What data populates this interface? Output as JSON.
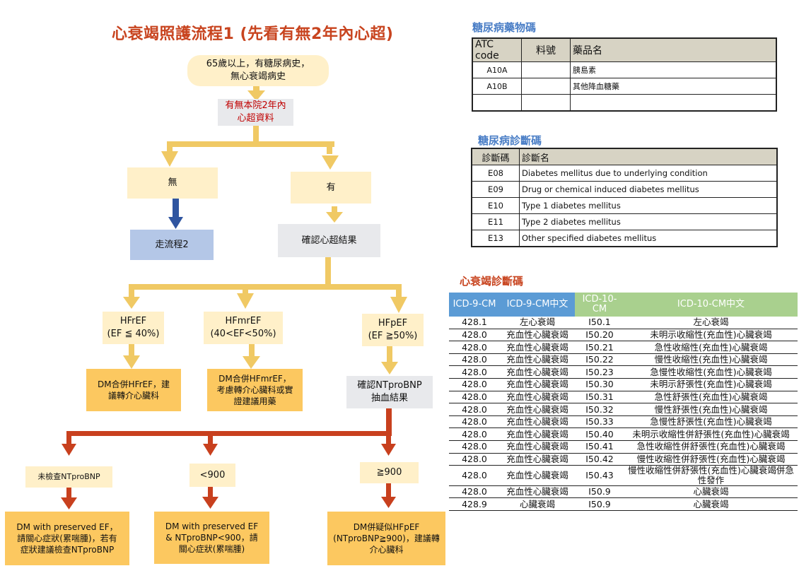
{
  "title": "心衰竭照護流程1 (先看有無2年內心超)",
  "colors": {
    "title_red": "#c8441f",
    "flow_yellow": "#f0c964",
    "flow_red": "#c8401e",
    "flow_blue": "#2f55a0",
    "section_blue": "#4a7ec6",
    "icd9_header": "#5b9bd5",
    "icd10_header": "#a9d08e"
  },
  "flow": {
    "start": "65歲以上，有糖尿病史，\n無心衰竭病史",
    "check_echo": "有無本院2年內\n心超資料",
    "no": "無",
    "yes": "有",
    "go_flow2": "走流程2",
    "confirm_echo": "確認心超結果",
    "hfref": "HFrEF\n(EF ≦ 40%)",
    "hfmref": "HFmrEF\n(40<EF<50%)",
    "hfpef": "HFpEF\n(EF ≧50%)",
    "hfref_action": "DM合併HFrEF，建\n議轉介心臟科",
    "hfmref_action": "DM合併HFmrEF，\n考慮轉介心臟科或實\n證建議用藥",
    "confirm_bnp": "確認NTproBNP\n抽血結果",
    "bnp_unchecked": "未檢查NTproBNP",
    "bnp_low": "<900",
    "bnp_high": "≧900",
    "unchecked_action": "DM with preserved EF，\n請關心症狀(累喘腫)，若有\n症狀建議檢查NTproBNP",
    "low_action": "DM with preserved EF\n& NTproBNP<900，請\n關心症狀(累喘腫)",
    "high_action": "DM併疑似HFpEF\n(NTproBNP≧900)，建議轉\n介心臟科"
  },
  "dm_drug_codes": {
    "title": "糖尿病藥物碼",
    "headers": [
      "ATC code",
      "料號",
      "藥品名"
    ],
    "rows": [
      [
        "A10A",
        "",
        "胰島素"
      ],
      [
        "A10B",
        "",
        "其他降血糖藥"
      ],
      [
        "",
        "",
        ""
      ]
    ]
  },
  "dm_diagnosis_codes": {
    "title": "糖尿病診斷碼",
    "headers": [
      "診斷碼",
      "診斷名"
    ],
    "rows": [
      [
        "E08",
        "Diabetes mellitus due to underlying condition"
      ],
      [
        "E09",
        "Drug or chemical induced diabetes mellitus"
      ],
      [
        "E10",
        "Type 1 diabetes mellitus"
      ],
      [
        "E11",
        "Type 2 diabetes mellitus"
      ],
      [
        "E13",
        "Other specified diabetes mellitus"
      ]
    ]
  },
  "hf_diagnosis_codes": {
    "title": "心衰竭診斷碼",
    "headers": [
      "ICD-9-CM",
      "ICD-9-CM中文",
      "ICD-10-CM",
      "ICD-10-CM中文"
    ],
    "rows": [
      [
        "428.1",
        "左心衰竭",
        "I50.1",
        "左心衰竭"
      ],
      [
        "428.0",
        "充血性心臟衰竭",
        "I50.20",
        "未明示收縮性(充血性)心臟衰竭"
      ],
      [
        "428.0",
        "充血性心臟衰竭",
        "I50.21",
        "急性收縮性(充血性)心臟衰竭"
      ],
      [
        "428.0",
        "充血性心臟衰竭",
        "I50.22",
        "慢性收縮性(充血性)心臟衰竭"
      ],
      [
        "428.0",
        "充血性心臟衰竭",
        "I50.23",
        "急慢性收縮性(充血性)心臟衰竭"
      ],
      [
        "428.0",
        "充血性心臟衰竭",
        "I50.30",
        "未明示舒張性(充血性)心臟衰竭"
      ],
      [
        "428.0",
        "充血性心臟衰竭",
        "I50.31",
        "急性舒張性(充血性)心臟衰竭"
      ],
      [
        "428.0",
        "充血性心臟衰竭",
        "I50.32",
        "慢性舒張性(充血性)心臟衰竭"
      ],
      [
        "428.0",
        "充血性心臟衰竭",
        "I50.33",
        "急慢性舒張性(充血性)心臟衰竭"
      ],
      [
        "428.0",
        "充血性心臟衰竭",
        "I50.40",
        "未明示收縮性併舒張性(充血性)心臟衰竭"
      ],
      [
        "428.0",
        "充血性心臟衰竭",
        "I50.41",
        "急性收縮性併舒張性(充血性)心臟衰竭"
      ],
      [
        "428.0",
        "充血性心臟衰竭",
        "I50.42",
        "慢性收縮性併舒張性(充血性)心臟衰竭"
      ],
      [
        "428.0",
        "充血性心臟衰竭",
        "I50.43",
        "慢性收縮性併舒張性(充血性)心臟衰竭併急性發作"
      ],
      [
        "428.0",
        "充血性心臟衰竭",
        "I50.9",
        "心臟衰竭"
      ],
      [
        "428.9",
        "心臟衰竭",
        "I50.9",
        "心臟衰竭"
      ]
    ]
  }
}
